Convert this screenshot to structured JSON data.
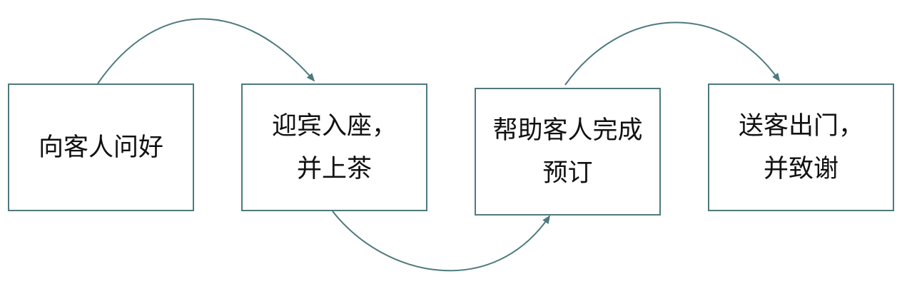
{
  "diagram": {
    "colors": {
      "stroke": "#4d7a7e",
      "text": "#111111",
      "background": "#ffffff"
    },
    "steps": [
      {
        "label": "向客人问好"
      },
      {
        "label": "迎宾入座，\n并上茶"
      },
      {
        "label": "帮助客人完成\n预订"
      },
      {
        "label": "送客出门，\n并致谢"
      }
    ]
  }
}
